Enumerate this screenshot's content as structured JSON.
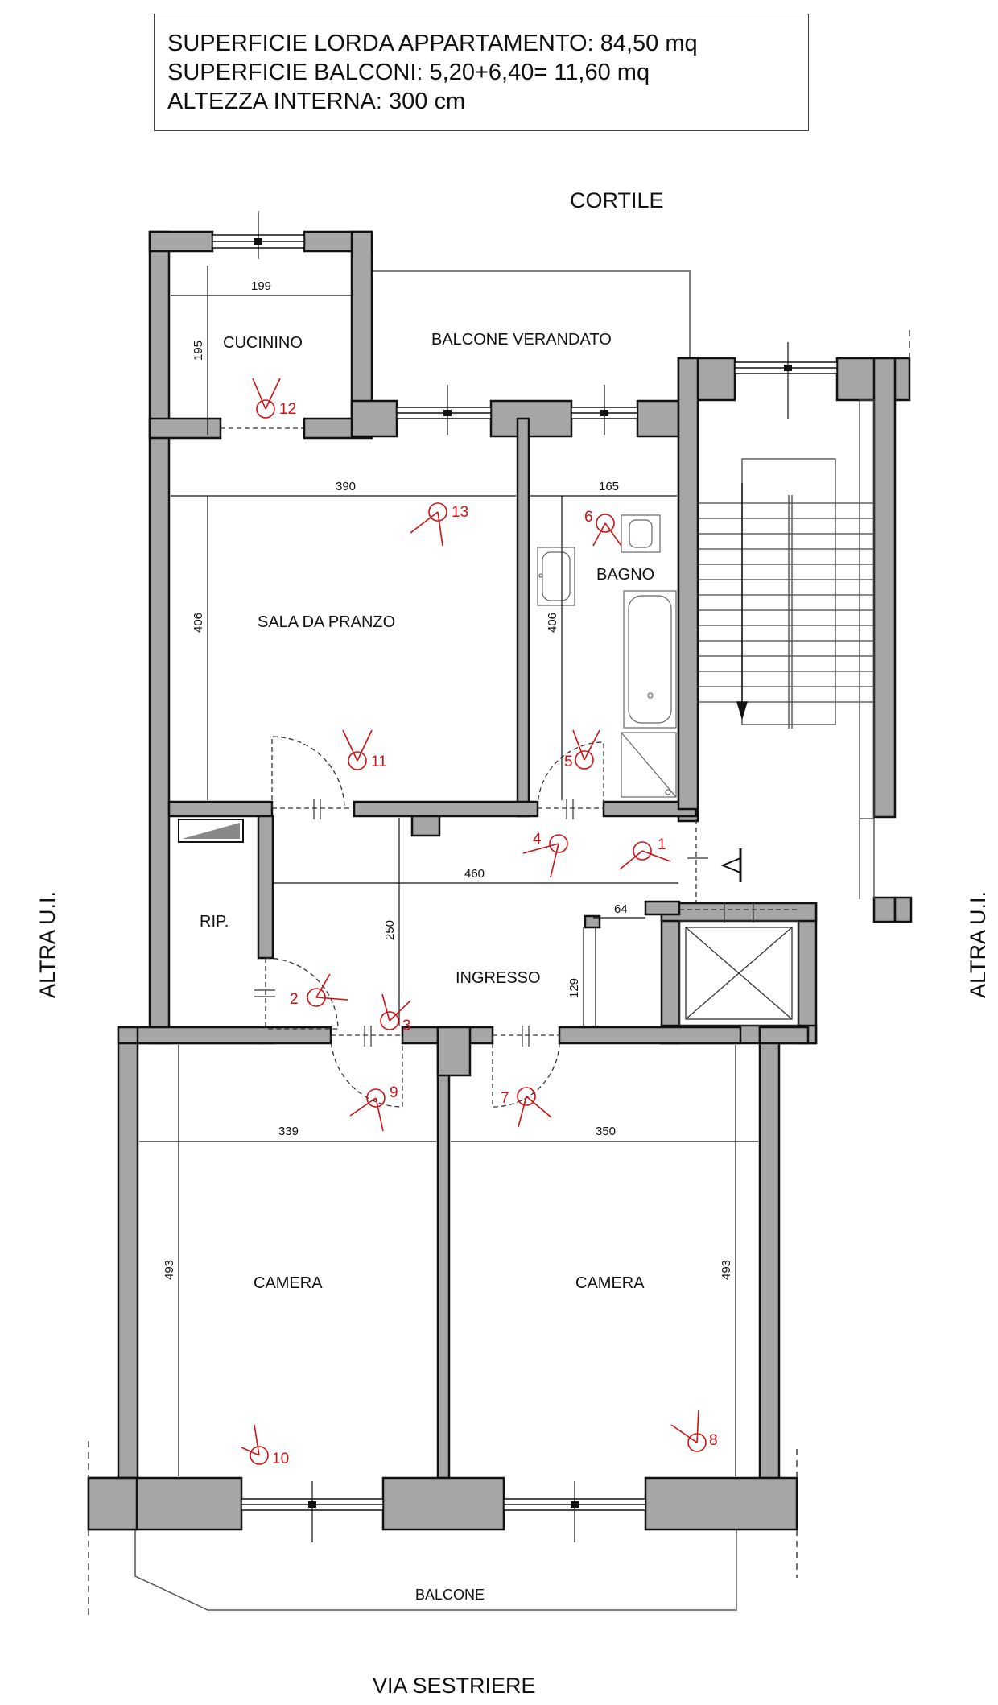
{
  "info_box": {
    "lines": [
      "SUPERFICIE LORDA APPARTAMENTO: 84,50 mq",
      "SUPERFICIE BALCONI: 5,20+6,40= 11,60 mq",
      "ALTEZZA INTERNA: 300 cm"
    ]
  },
  "orientation": {
    "top": "CORTILE",
    "bottom": "VIA SESTRIERE",
    "left": "ALTRA U.I.",
    "right": "ALTRA U.I."
  },
  "rooms": {
    "cucinino": "CUCININO",
    "balcone_verandato": "BALCONE VERANDATO",
    "sala_da_pranzo": "SALA DA PRANZO",
    "bagno": "BAGNO",
    "rip": "RIP.",
    "ingresso": "INGRESSO",
    "camera_left": "CAMERA",
    "camera_right": "CAMERA",
    "balcone": "BALCONE"
  },
  "dimensions": {
    "cucinino_w": "199",
    "cucinino_h": "195",
    "sala_w": "390",
    "sala_h": "406",
    "bagno_w": "165",
    "bagno_h": "406",
    "ingresso_w": "460",
    "ingresso_h": "250",
    "ingresso_small_w": "64",
    "ingresso_small_h": "129",
    "camera_left_w": "339",
    "camera_right_w": "350",
    "camera_left_h": "493",
    "camera_right_h": "493"
  },
  "photo_markers": [
    "1",
    "2",
    "3",
    "4",
    "5",
    "6",
    "7",
    "8",
    "9",
    "10",
    "11",
    "12",
    "13"
  ],
  "colors": {
    "wall": "#a6a6a6",
    "wall_outline": "#111111",
    "marker": "#d01010"
  }
}
